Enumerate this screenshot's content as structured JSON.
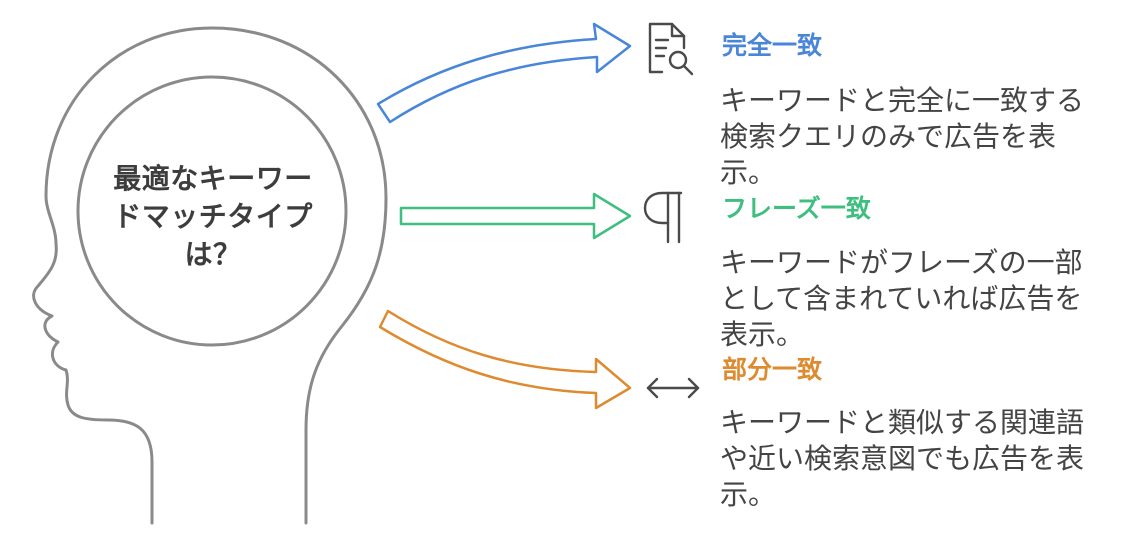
{
  "center": {
    "lines": [
      "最適なキーワー",
      "ドマッチタイプ",
      "は？"
    ]
  },
  "items": [
    {
      "title": "完全一致",
      "desc": "キーワードと完全に一致する\n検索クエリのみで広告を表\n示。",
      "color": "#4a86d8",
      "icon": "document-search-icon"
    },
    {
      "title": "フレーズ一致",
      "desc": "キーワードがフレーズの一部\nとして含まれていれば広告を\n表示。",
      "color": "#3fbf7f",
      "icon": "pilcrow-icon"
    },
    {
      "title": "部分一致",
      "desc": "キーワードと類似する関連語\nや近い検索意図でも広告を表\n示。",
      "color": "#de8a2f",
      "icon": "double-arrow-icon"
    }
  ],
  "colors": {
    "outline": "#8a8a8a",
    "text": "#3d3d3d"
  }
}
